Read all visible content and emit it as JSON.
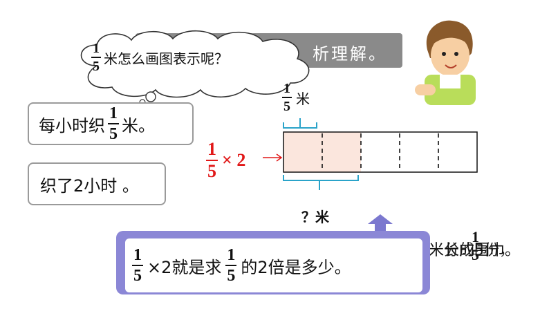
{
  "banner": {
    "text": "析理解。"
  },
  "cloud": {
    "fraction": {
      "num": "1",
      "den": "5"
    },
    "text": "米怎么画图表示呢？"
  },
  "box1": {
    "prefix": "每小时织",
    "fraction": {
      "num": "1",
      "den": "5"
    },
    "suffix": "米。"
  },
  "box2": {
    "text": "织了2小时 。"
  },
  "expression": {
    "fraction": {
      "num": "1",
      "den": "5"
    },
    "op": "× 2"
  },
  "bar": {
    "segments": 5,
    "shaded": 2,
    "top_label": {
      "fraction": {
        "num": "1",
        "den": "5"
      },
      "unit": "米"
    },
    "bottom_label": "？米",
    "colors": {
      "shade": "#fbe6dd",
      "outline": "#111111",
      "bracket": "#2aa3c9"
    }
  },
  "right_text": {
    "a": "米长的围巾。",
    "b": "分成5份，",
    "c": "1",
    "d": "5"
  },
  "bubble": {
    "frac1": {
      "num": "1",
      "den": "5"
    },
    "middle": "×2就是求",
    "frac2": {
      "num": "1",
      "den": "5"
    },
    "suffix": "的2倍是多少。",
    "colors": {
      "border": "#8b87d6"
    }
  }
}
